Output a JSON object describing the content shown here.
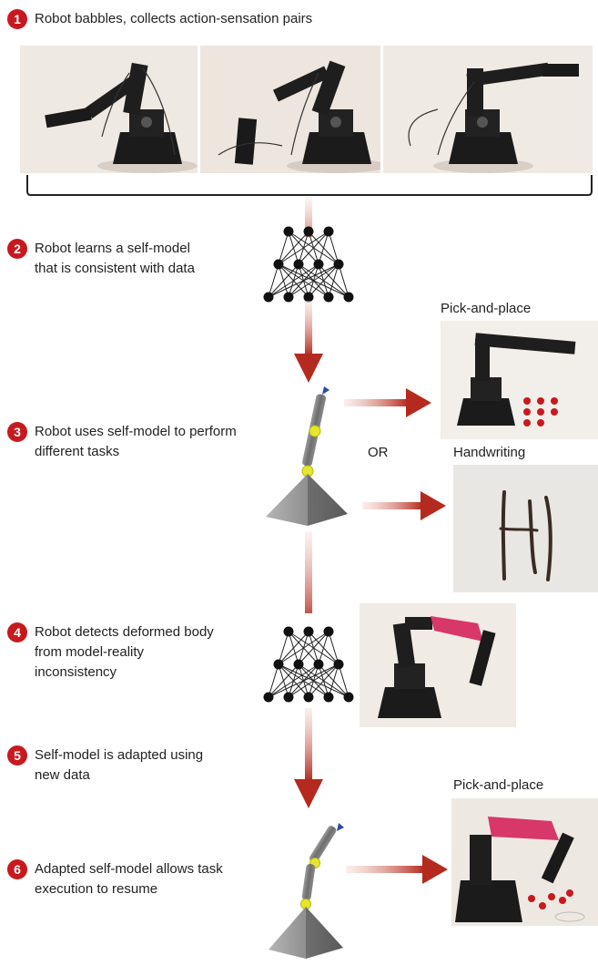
{
  "steps": [
    {
      "number": "1",
      "text": "Robot babbles, collects action-sensation pairs"
    },
    {
      "number": "2",
      "line1": "Robot learns a self-model",
      "line2": "that is consistent with data"
    },
    {
      "number": "3",
      "line1": "Robot uses self-model to perform",
      "line2": "different tasks"
    },
    {
      "number": "4",
      "line1": "Robot detects deformed body",
      "line2": "from model-reality",
      "line3": "inconsistency"
    },
    {
      "number": "5",
      "line1": "Self-model is adapted using",
      "line2": "new data"
    },
    {
      "number": "6",
      "line1": "Adapted self-model allows task",
      "line2": "execution to resume"
    }
  ],
  "captions": {
    "pick_place_1": "Pick-and-place",
    "or": "OR",
    "handwriting": "Handwriting",
    "pick_place_2": "Pick-and-place"
  },
  "colors": {
    "accent": "#c8191e",
    "arrow": "#b52a1e",
    "node": "#111111",
    "joint": "#e6e62a",
    "pyramid": "#8a8a8a"
  },
  "handwriting_text": "HI"
}
